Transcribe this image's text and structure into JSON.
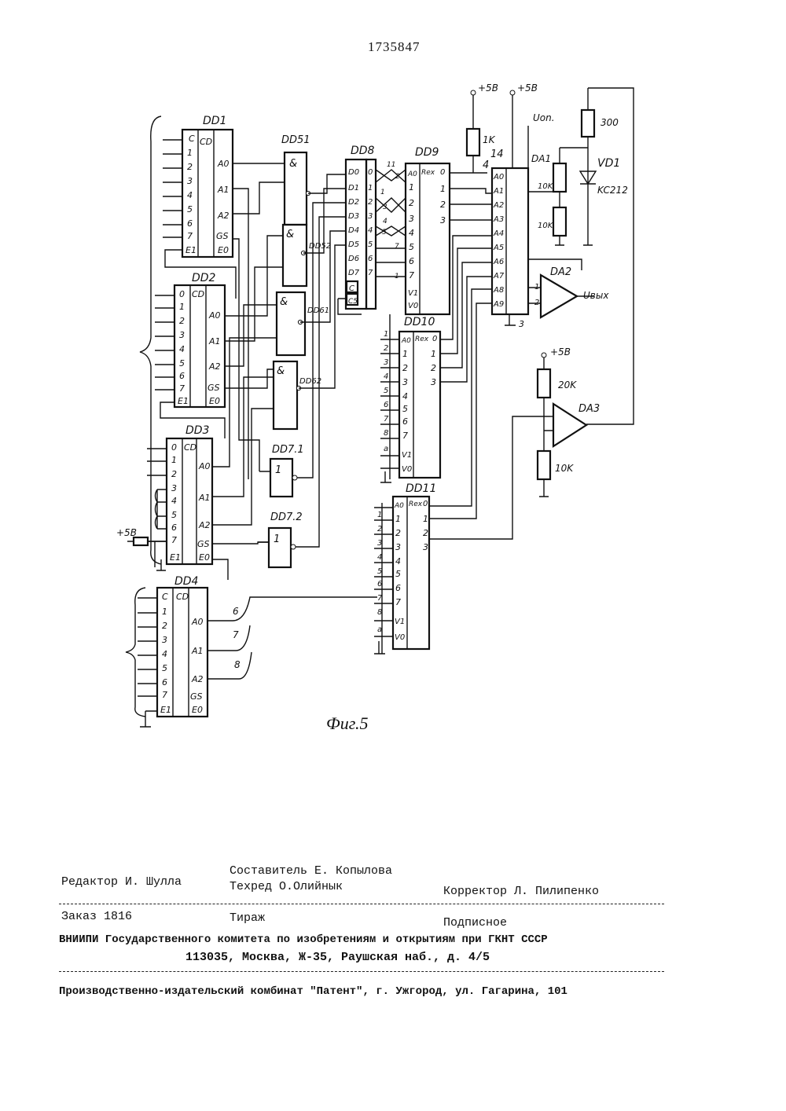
{
  "header": {
    "patent_number": "1735847"
  },
  "figure": {
    "caption": "Фиг.5",
    "chips": {
      "dd1": "DD1",
      "dd2": "DD2",
      "dd3": "DD3",
      "dd4": "DD4",
      "dd51": "DD51",
      "dd52": "DD52",
      "dd61": "DD61",
      "dd62": "DD62",
      "dd71": "DD7.1",
      "dd72": "DD7.2",
      "dd8": "DD8",
      "dd9": "DD9",
      "dd10": "DD10",
      "dd11": "DD11",
      "da1": "DA1",
      "da2": "DA2",
      "da3": "DA3",
      "vd1": "VD1"
    },
    "components": {
      "r_1k": "1K",
      "r_300": "300",
      "r_10k_a": "10K",
      "r_10k_b": "10K",
      "r_20k": "20K",
      "r_10k_c": "10K",
      "diode": "KC212"
    },
    "supply": {
      "plus5v": "+5B"
    },
    "signals": {
      "vop": "Uon.",
      "vout": "Uвых"
    },
    "encoder_pins": [
      "0",
      "1",
      "2",
      "3",
      "4",
      "5",
      "6",
      "7"
    ],
    "mux_pins": [
      "1",
      "2",
      "3",
      "4",
      "5",
      "6",
      "7",
      "8"
    ],
    "dac_pins": [
      "A0",
      "A1",
      "A2",
      "A3",
      "A4",
      "A5",
      "A6",
      "A7",
      "A8",
      "A9"
    ]
  },
  "imprint": {
    "editor": "Редактор И. Шулла",
    "compiler": "Составитель Е. Копылова",
    "techred": "Техред О.Олийнык",
    "corrector": "Корректор Л. Пилипенко",
    "order": "Заказ 1816",
    "circulation": "Тираж",
    "subscription": "Подписное",
    "org": "ВНИИПИ Государственного комитета по изобретениям и открытиям при ГКНТ СССР",
    "address": "113035, Москва, Ж-35, Раушская наб., д. 4/5",
    "printer": "Производственно-издательский комбинат \"Патент\", г. Ужгород, ул. Гагарина, 101"
  }
}
